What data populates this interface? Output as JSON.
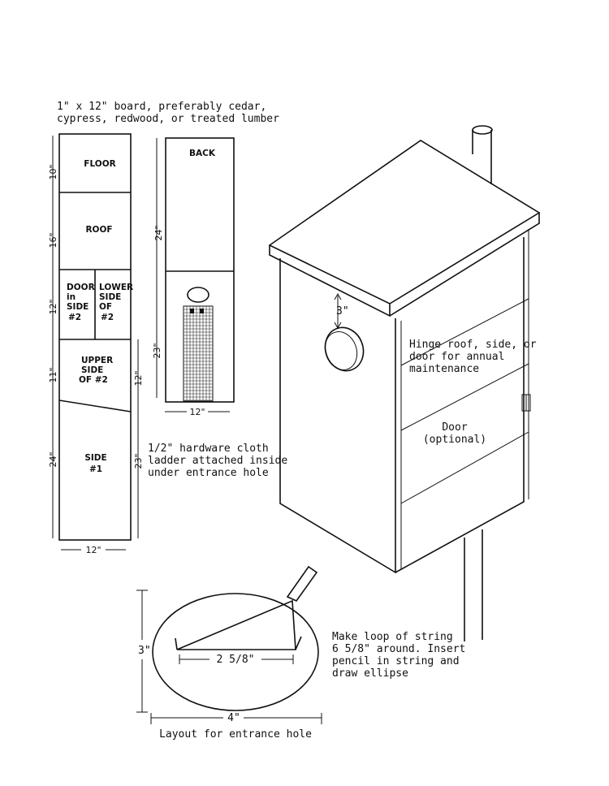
{
  "board_note": {
    "line1": "1\" x 12\" board, preferably cedar,",
    "line2": "cypress, redwood, or treated lumber"
  },
  "board1": {
    "floor": "FLOOR",
    "roof": "ROOF",
    "door": [
      "DOOR",
      "in",
      "SIDE",
      "#2"
    ],
    "lower": [
      "LOWER",
      "SIDE",
      "OF",
      "#2"
    ],
    "upper": [
      "UPPER",
      "SIDE",
      "OF  #2"
    ],
    "side1": [
      "SIDE",
      "#1"
    ],
    "dims": {
      "floor": "10\"",
      "roof": "16\"",
      "door": "12\"",
      "upper": "11\"",
      "upper_right": "12\"",
      "side1": "24\"",
      "side1_right": "23\"",
      "width": "12\""
    }
  },
  "board2": {
    "back": "BACK",
    "dims": {
      "back": "24\"",
      "ladder": "23\"",
      "width": "12\""
    }
  },
  "cloth_note": {
    "line1": "1/2\" hardware cloth",
    "line2": "ladder attached inside",
    "line3": "under entrance hole"
  },
  "box": {
    "hole_dim": "3\"",
    "hinge_note": [
      "Hinge roof, side, or",
      "door for annual",
      "maintenance"
    ],
    "door_label": [
      "Door",
      "(optional)"
    ]
  },
  "ellipse": {
    "height": "3\"",
    "foci": "2 5/8\"",
    "width": "4\"",
    "caption": "Layout for entrance hole"
  },
  "string_note": {
    "line1": "Make loop of string",
    "line2": "6 5/8\" around.  Insert",
    "line3": "pencil in string and",
    "line4": "draw ellipse"
  }
}
